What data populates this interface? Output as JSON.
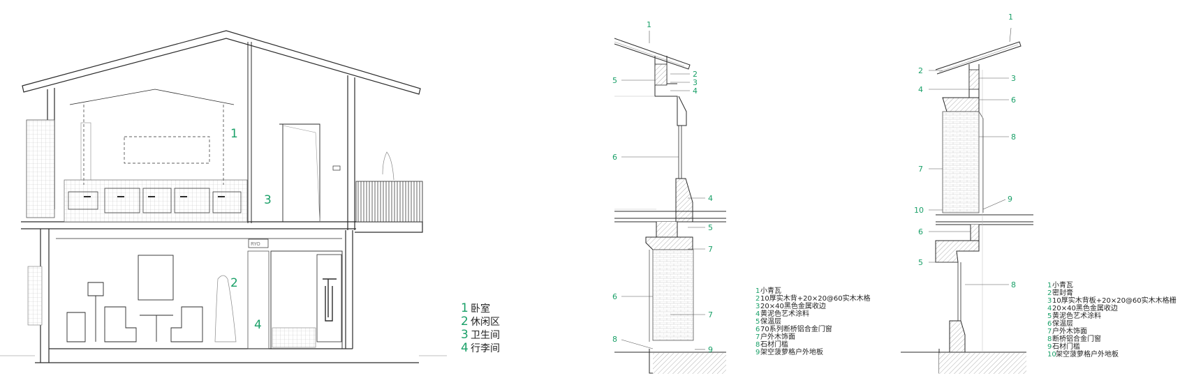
{
  "colors": {
    "accent": "#1aa068",
    "line": "#2a2a2a",
    "thin": "#9a9a9a"
  },
  "section": {
    "room_numbers": [
      "1",
      "2",
      "3",
      "4"
    ],
    "room_legend": [
      {
        "num": "1",
        "text": "卧室"
      },
      {
        "num": "2",
        "text": "休闲区"
      },
      {
        "num": "3",
        "text": "卫生间"
      },
      {
        "num": "4",
        "text": "行李间"
      }
    ],
    "sign_text": "RYO"
  },
  "detail_a": {
    "callouts": [
      "1",
      "2",
      "3",
      "4",
      "5",
      "6",
      "4",
      "5",
      "7",
      "6",
      "7",
      "8",
      "9"
    ],
    "legend": [
      {
        "num": "1",
        "text": "小青瓦"
      },
      {
        "num": "2",
        "text": "10厚实木背+20×20@60实木木格"
      },
      {
        "num": "3",
        "text": "20×40黑色金属收边"
      },
      {
        "num": "4",
        "text": "黄泥色艺术涂料"
      },
      {
        "num": "5",
        "text": "保温层"
      },
      {
        "num": "6",
        "text": "70系列断桥铝合金门窗"
      },
      {
        "num": "7",
        "text": "户外木饰面"
      },
      {
        "num": "8",
        "text": "石材门槛"
      },
      {
        "num": "9",
        "text": "架空菠萝格户外地板"
      }
    ]
  },
  "detail_b": {
    "callouts": [
      "1",
      "2",
      "3",
      "4",
      "6",
      "8",
      "7",
      "9",
      "10",
      "6",
      "5",
      "8"
    ],
    "legend": [
      {
        "num": "1",
        "text": "小青瓦"
      },
      {
        "num": "2",
        "text": "密封膏"
      },
      {
        "num": "3",
        "text": "10厚实木背板+20×20@60实木木格栅"
      },
      {
        "num": "4",
        "text": "20×40黑色金属收边"
      },
      {
        "num": "5",
        "text": "黄泥色艺术涂料"
      },
      {
        "num": "6",
        "text": "保温层"
      },
      {
        "num": "7",
        "text": "户外木饰面"
      },
      {
        "num": "8",
        "text": "断桥铝合金门窗"
      },
      {
        "num": "9",
        "text": "石材门槛"
      },
      {
        "num": "10",
        "text": "架空菠萝格户外地板"
      }
    ]
  }
}
